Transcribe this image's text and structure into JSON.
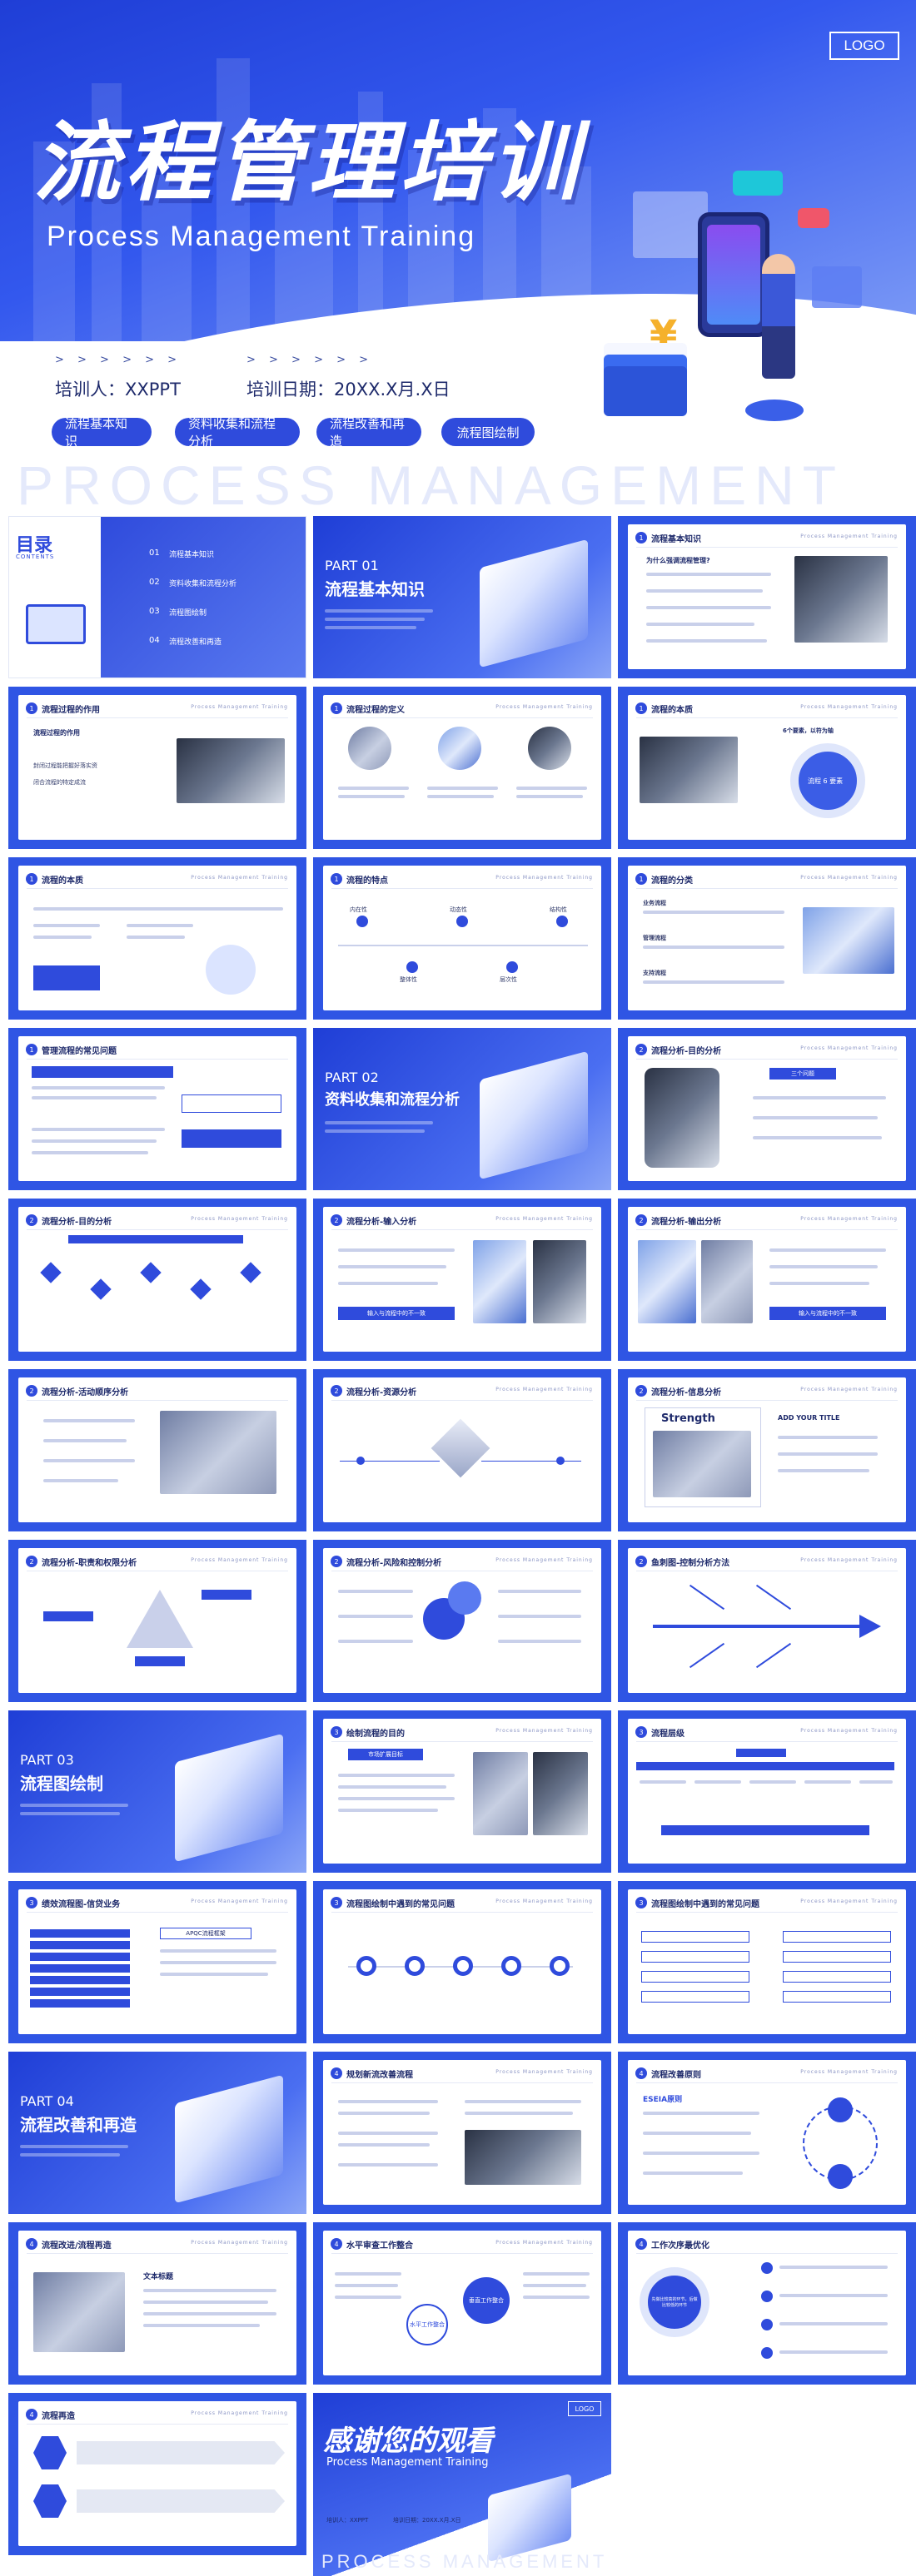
{
  "hero": {
    "logo": "LOGO",
    "title": "流程管理培训",
    "subtitle": "Process Management Training",
    "arrows": "> > > > > >",
    "trainer": "培训人：XXPPT",
    "date": "培训日期：20XX.X月.X日",
    "pills": [
      "流程基本知识",
      "资料收集和流程分析",
      "流程改善和再造",
      "流程图绘制"
    ],
    "watermark": "PROCESS MANAGEMENT"
  },
  "common": {
    "header_right": "Process Management Training"
  },
  "toc": {
    "title": "目录",
    "subtitle": "CONTENTS",
    "items": [
      {
        "num": "01",
        "label": "流程基本知识"
      },
      {
        "num": "02",
        "label": "资料收集和流程分析"
      },
      {
        "num": "03",
        "label": "流程图绘制"
      },
      {
        "num": "04",
        "label": "流程改善和再造"
      }
    ]
  },
  "parts": [
    {
      "part": "PART 01",
      "title": "流程基本知识"
    },
    {
      "part": "PART 02",
      "title": "资料收集和流程分析"
    },
    {
      "part": "PART 03",
      "title": "流程图绘制"
    },
    {
      "part": "PART 04",
      "title": "流程改善和再造"
    }
  ],
  "slides": {
    "s3": {
      "title": "流程基本知识",
      "question": "为什么强调流程管理?"
    },
    "s4": {
      "title": "流程过程的作用",
      "heading": "流程过程的作用",
      "items": [
        "封闭过程能把握好落实资",
        "闭合流程的特定成流"
      ]
    },
    "s5": {
      "title": "流程过程的定义"
    },
    "s6": {
      "title": "流程的本质",
      "heading": "6个要素，以符为轴",
      "center": "流程 6 要素"
    },
    "s7": {
      "title": "流程的本质"
    },
    "s8": {
      "title": "流程的特点",
      "labels": [
        "内在性",
        "整体性",
        "动态性",
        "层次性",
        "结构性"
      ]
    },
    "s9": {
      "title": "流程的分类",
      "labels": [
        "业务流程",
        "管理流程",
        "支持流程"
      ]
    },
    "s10": {
      "title": "管理流程的常见问题"
    },
    "s12": {
      "title": "流程分析-目的分析",
      "tag": "三个问题"
    },
    "s13": {
      "title": "流程分析-目的分析"
    },
    "s14": {
      "title": "流程分析-输入分析",
      "tag": "输入与流程中的不一致"
    },
    "s15": {
      "title": "流程分析-输出分析",
      "tag": "输入与流程中的不一致"
    },
    "s16": {
      "title": "流程分析-活动顺序分析"
    },
    "s17": {
      "title": "流程分析-资源分析"
    },
    "s18": {
      "title": "流程分析-信息分析",
      "strength": "Strength",
      "add_title": "ADD YOUR TITLE"
    },
    "s19": {
      "title": "流程分析-职责和权限分析"
    },
    "s20": {
      "title": "流程分析-风险和控制分析"
    },
    "s21": {
      "title": "鱼刺图-控制分析方法"
    },
    "s23": {
      "title": "绘制流程的目的",
      "tag": "市场扩展目标"
    },
    "s24": {
      "title": "流程层级"
    },
    "s25": {
      "title": "绩效流程图-信贷业务",
      "tag": "APQC流程框架"
    },
    "s26": {
      "title": "流程图绘制中遇到的常见问题"
    },
    "s27": {
      "title": "流程图绘制中遇到的常见问题"
    },
    "s29": {
      "title": "规划新流改善流程"
    },
    "s30": {
      "title": "流程改善原则",
      "heading": "ESEIA原则"
    },
    "s31": {
      "title": "流程改进/流程再造",
      "heading": "文本标题"
    },
    "s32": {
      "title": "水平审查工作整合",
      "left": "水平工作整合",
      "right": "垂直工作整合"
    },
    "s33": {
      "title": "工作次序最优化",
      "center": "先做比较高的环节，后做比较低的环节"
    },
    "s34": {
      "title": "流程再造"
    }
  },
  "closing": {
    "title": "感谢您的观看",
    "subtitle": "Process Management Training",
    "logo": "LOGO",
    "info_left": "培训人：XXPPT",
    "info_right": "培训日期：20XX.X月.X日",
    "watermark": "PROCESS MANAGEMENT"
  }
}
